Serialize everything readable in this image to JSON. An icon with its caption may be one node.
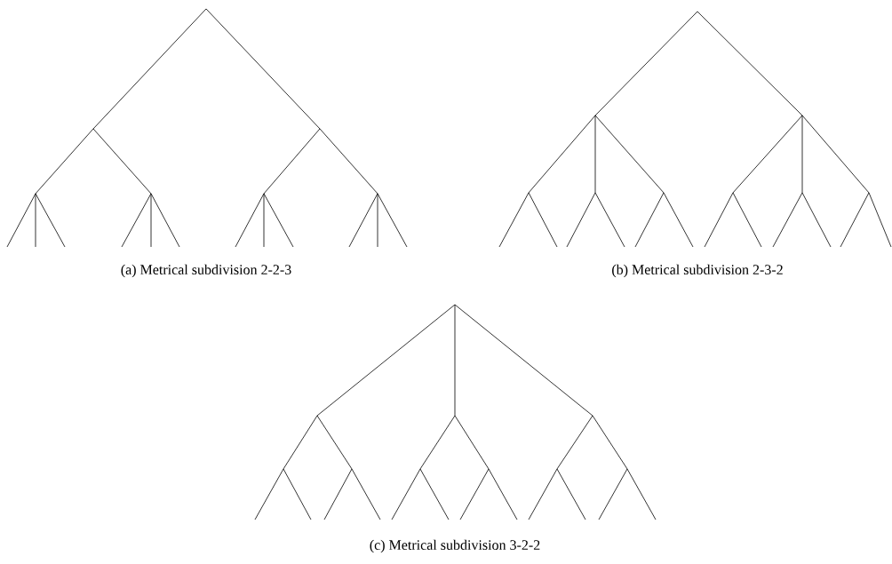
{
  "diagram": {
    "labels": [
      "(a) Metrical subdivision 2-2-3",
      "(b) Metrical subdivision 2-3-2",
      "(c) Metrical subdivision 3-2-2"
    ]
  }
}
